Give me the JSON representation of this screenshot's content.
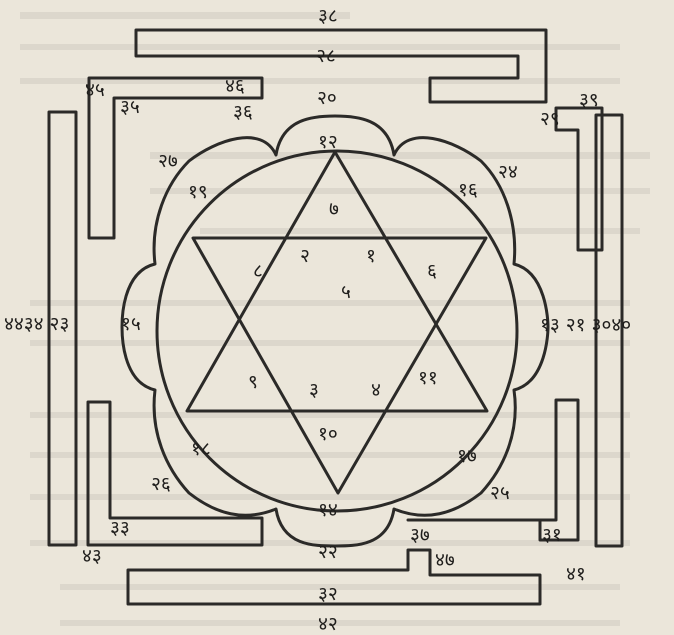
{
  "labels": {
    "n38": "३८",
    "n28": "२८",
    "n20": "२०",
    "n12": "१२",
    "n7": "७",
    "n45": "४५",
    "n46": "४६",
    "n35": "३५",
    "n36": "३६",
    "n39": "३९",
    "n29": "२९",
    "n27": "२७",
    "n19": "१९",
    "n24": "२४",
    "n16": "१६",
    "n2": "२",
    "n1": "१",
    "n8": "८",
    "n6": "६",
    "n5": "५",
    "n44_34_23": "४४३४ २३",
    "n15": "१५",
    "n13_21_30_40": "१३ २१ ३०४०",
    "n9": "९",
    "n3": "३",
    "n4": "४",
    "n11": "११",
    "n10": "१०",
    "n18": "१८",
    "n17": "१७",
    "n26": "२६",
    "n25": "२५",
    "n14": "१४",
    "n33": "३३",
    "n43": "४३",
    "n37": "३७",
    "n47": "४७",
    "n31": "३१",
    "n41": "४१",
    "n22": "२२",
    "n32": "३२",
    "n42": "४२"
  }
}
